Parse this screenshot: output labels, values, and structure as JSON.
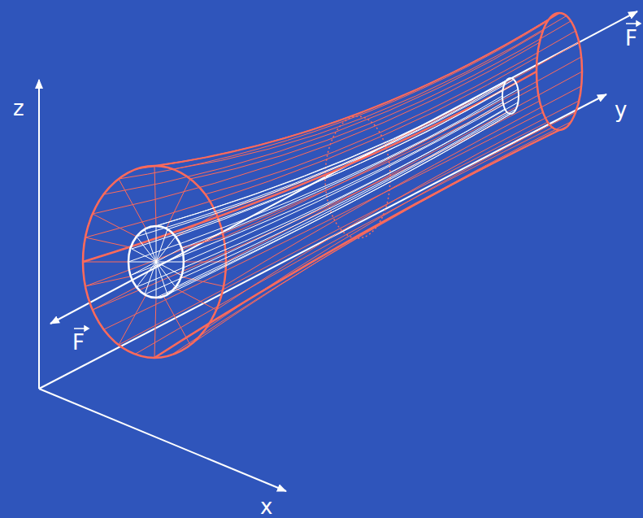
{
  "diagram": {
    "labels": [
      "z",
      "y",
      "x",
      "F",
      "F"
    ]
  }
}
